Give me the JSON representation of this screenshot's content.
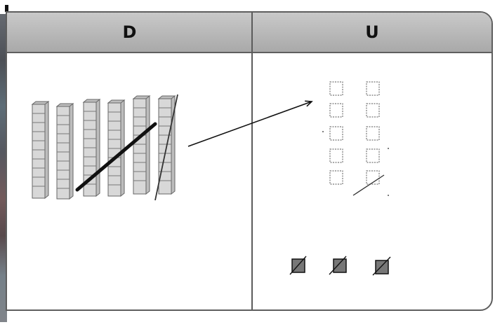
{
  "table": {
    "headers": {
      "d": "D",
      "u": "U"
    }
  },
  "diagram": {
    "tens_rods_count": 6,
    "unit_cubes_in_u": 10,
    "crossed_unit_squares": 3,
    "colors": {
      "border": "#5e5e5e",
      "header_fill": "#b7b7b7",
      "rod_fill": "#d7d7d7",
      "rod_stroke": "#666666",
      "ink": "#111111"
    }
  }
}
